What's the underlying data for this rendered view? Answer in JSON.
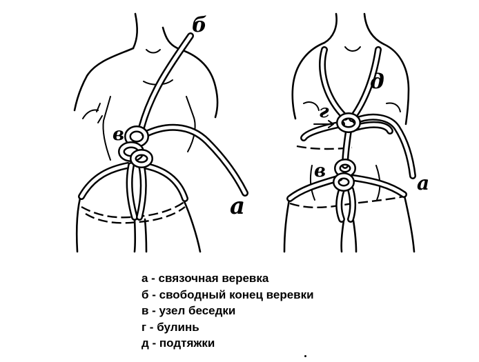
{
  "figure": {
    "left_labels": {
      "a": "a",
      "b": "б",
      "v": "в"
    },
    "right_labels": {
      "a": "а",
      "g": "г",
      "v": "в",
      "d": "д"
    }
  },
  "legend": [
    "а - связочная веревка",
    "б - свободный конец веревки",
    "в - узел беседки",
    "г - булинь",
    "д - подтяжки"
  ]
}
